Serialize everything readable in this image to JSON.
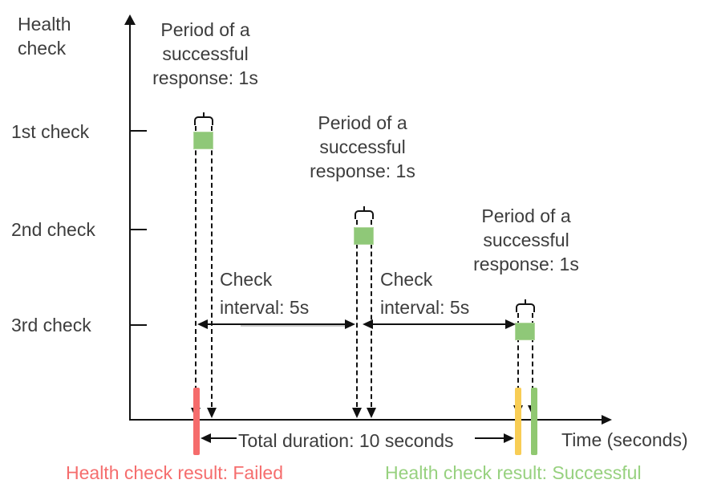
{
  "axis": {
    "y_label": "Health check",
    "x_label": "Time (seconds)"
  },
  "checks": [
    {
      "label": "1st check",
      "period": [
        "Period of a",
        "successful",
        "response: 1s"
      ]
    },
    {
      "label": "2nd check",
      "period": [
        "Period of a",
        "successful",
        "response: 1s"
      ]
    },
    {
      "label": "3rd check",
      "period": [
        "Period of a",
        "successful",
        "response: 1s"
      ]
    }
  ],
  "intervals": [
    {
      "line1": "Check",
      "line2": "interval: 5s"
    },
    {
      "line1": "Check",
      "line2": "interval: 5s"
    }
  ],
  "total_duration_label": "Total duration: 10 seconds",
  "results": {
    "failed": "Health check result: Failed",
    "successful": "Health check result: Successful"
  },
  "colors": {
    "line": "#111111",
    "text": "#3d3d3d",
    "check_square_green": "#8fc878",
    "failed_bar_red": "#f56c6c",
    "pending_bar_yellow": "#f8cd55",
    "success_bar_green": "#90c871",
    "failed_text_red": "#f56d6d",
    "success_text_green": "#97d17f"
  }
}
